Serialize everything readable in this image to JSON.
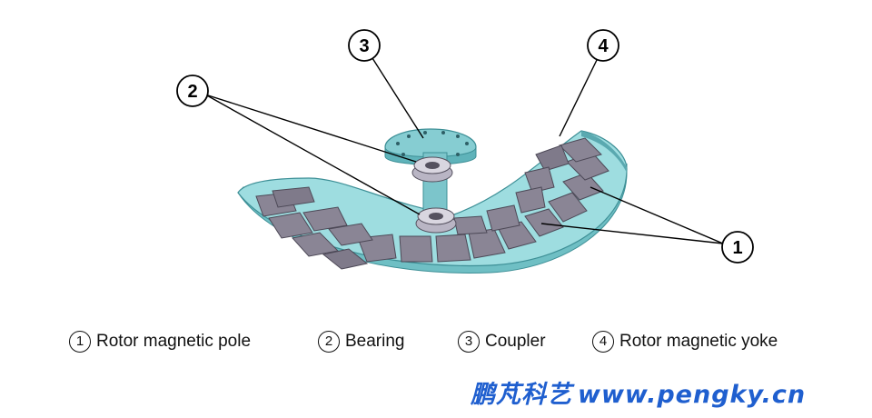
{
  "callouts": [
    {
      "id": "1",
      "label": "1"
    },
    {
      "id": "2",
      "label": "2"
    },
    {
      "id": "3",
      "label": "3"
    },
    {
      "id": "4",
      "label": "4"
    }
  ],
  "legend": [
    {
      "marker": "1",
      "text": "Rotor magnetic pole"
    },
    {
      "marker": "2",
      "text": "Bearing"
    },
    {
      "marker": "3",
      "text": "Coupler"
    },
    {
      "marker": "4",
      "text": "Rotor magnetic yoke"
    }
  ],
  "watermark": {
    "cn": "鹏芃科艺",
    "url": "www.pengky.cn"
  },
  "colors": {
    "yoke": "#8fd4d8",
    "yoke_dark": "#5fb3ba",
    "pole": "#8a8595",
    "pole_dark": "#5a5666",
    "watermark": "#1f5fcf"
  }
}
